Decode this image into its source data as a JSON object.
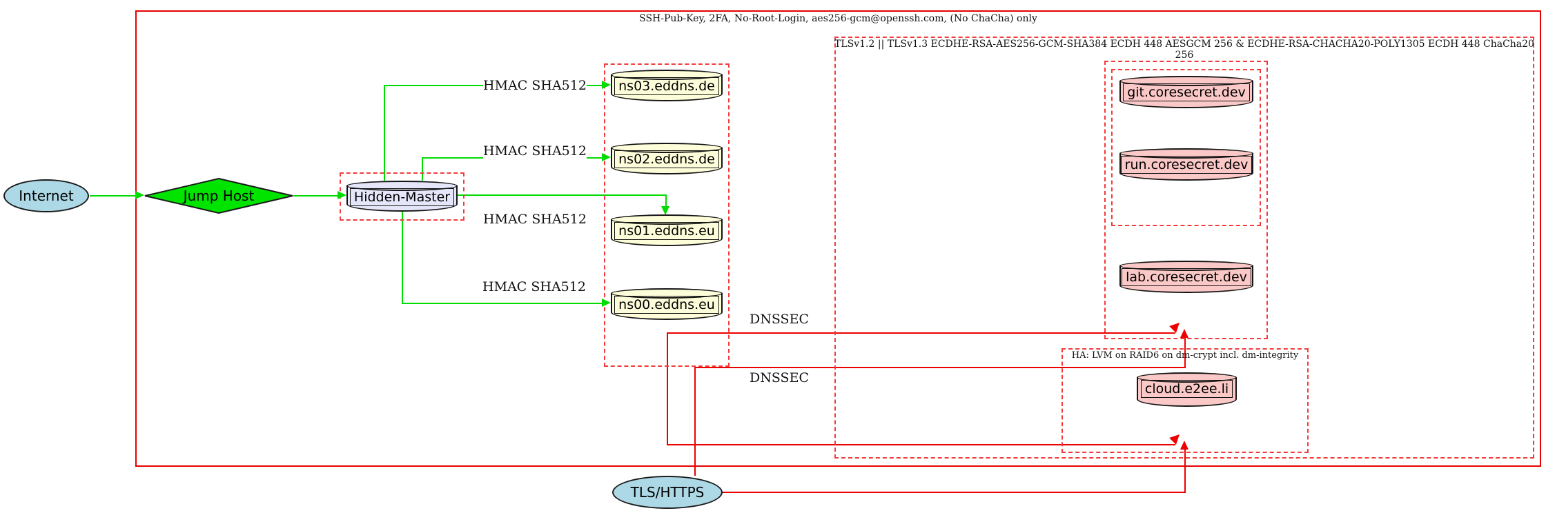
{
  "clusters": {
    "ssh": {
      "label": "SSH-Pub-Key, 2FA, No-Root-Login, aes256-gcm@openssh.com, (No ChaCha) only"
    },
    "tls": {
      "label": "TLSv1.2 || TLSv1.3 ECDHE-RSA-AES256-GCM-SHA384 ECDH 448 AESGCM 256 & ECDHE-RSA-CHACHA20-POLY1305 ECDH 448 ChaCha20 256"
    },
    "ha": {
      "label": "HA: LVM on RAID6 on dm-crypt incl. dm-integrity"
    }
  },
  "nodes": {
    "internet": {
      "label": "Internet"
    },
    "jump_host": {
      "label": "Jump Host"
    },
    "hidden_master": {
      "label": "Hidden-Master"
    },
    "ns03": {
      "label": "ns03.eddns.de"
    },
    "ns02": {
      "label": "ns02.eddns.de"
    },
    "ns01": {
      "label": "ns01.eddns.eu"
    },
    "ns00": {
      "label": "ns00.eddns.eu"
    },
    "git": {
      "label": "git.coresecret.dev"
    },
    "run": {
      "label": "run.coresecret.dev"
    },
    "lab": {
      "label": "lab.coresecret.dev"
    },
    "cloud": {
      "label": "cloud.e2ee.li"
    },
    "tls_https": {
      "label": "TLS/HTTPS"
    }
  },
  "edge_labels": {
    "hmac": "HMAC SHA512",
    "dnssec": "DNSSEC"
  },
  "colors": {
    "edge_green": "#00dc00",
    "edge_red": "#ee0000",
    "cluster_dashed_red": "#f23b3b",
    "node_lightblue": "#add8e6",
    "node_green": "#00e400",
    "node_lavender": "#e6e6fa",
    "node_lightyellow": "#fefdda",
    "node_pink": "#fac8c6"
  }
}
